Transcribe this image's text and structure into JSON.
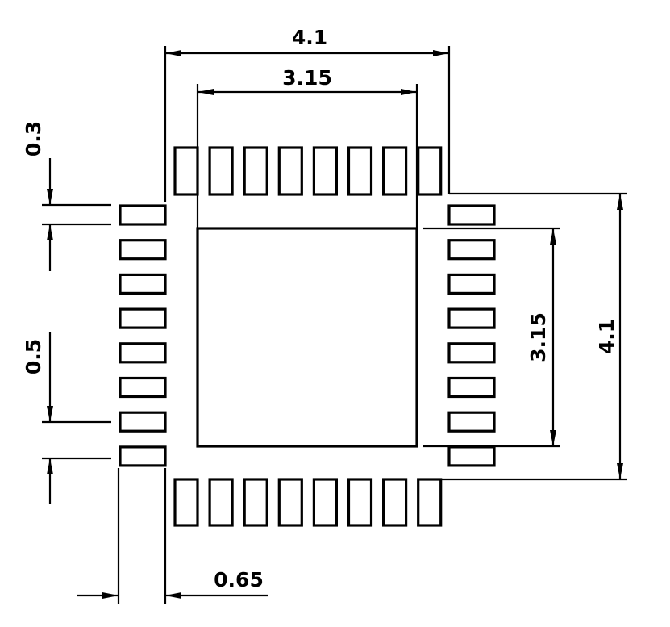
{
  "dimensions": {
    "body_width_top": "4.1",
    "pad_width_top": "3.15",
    "pad_height_right": "3.15",
    "body_height_right": "4.1",
    "pin_width_left": "0.3",
    "pin_pitch_left": "0.5",
    "pin_length_bottom": "0.65"
  },
  "package": {
    "pins_per_side": 8
  }
}
